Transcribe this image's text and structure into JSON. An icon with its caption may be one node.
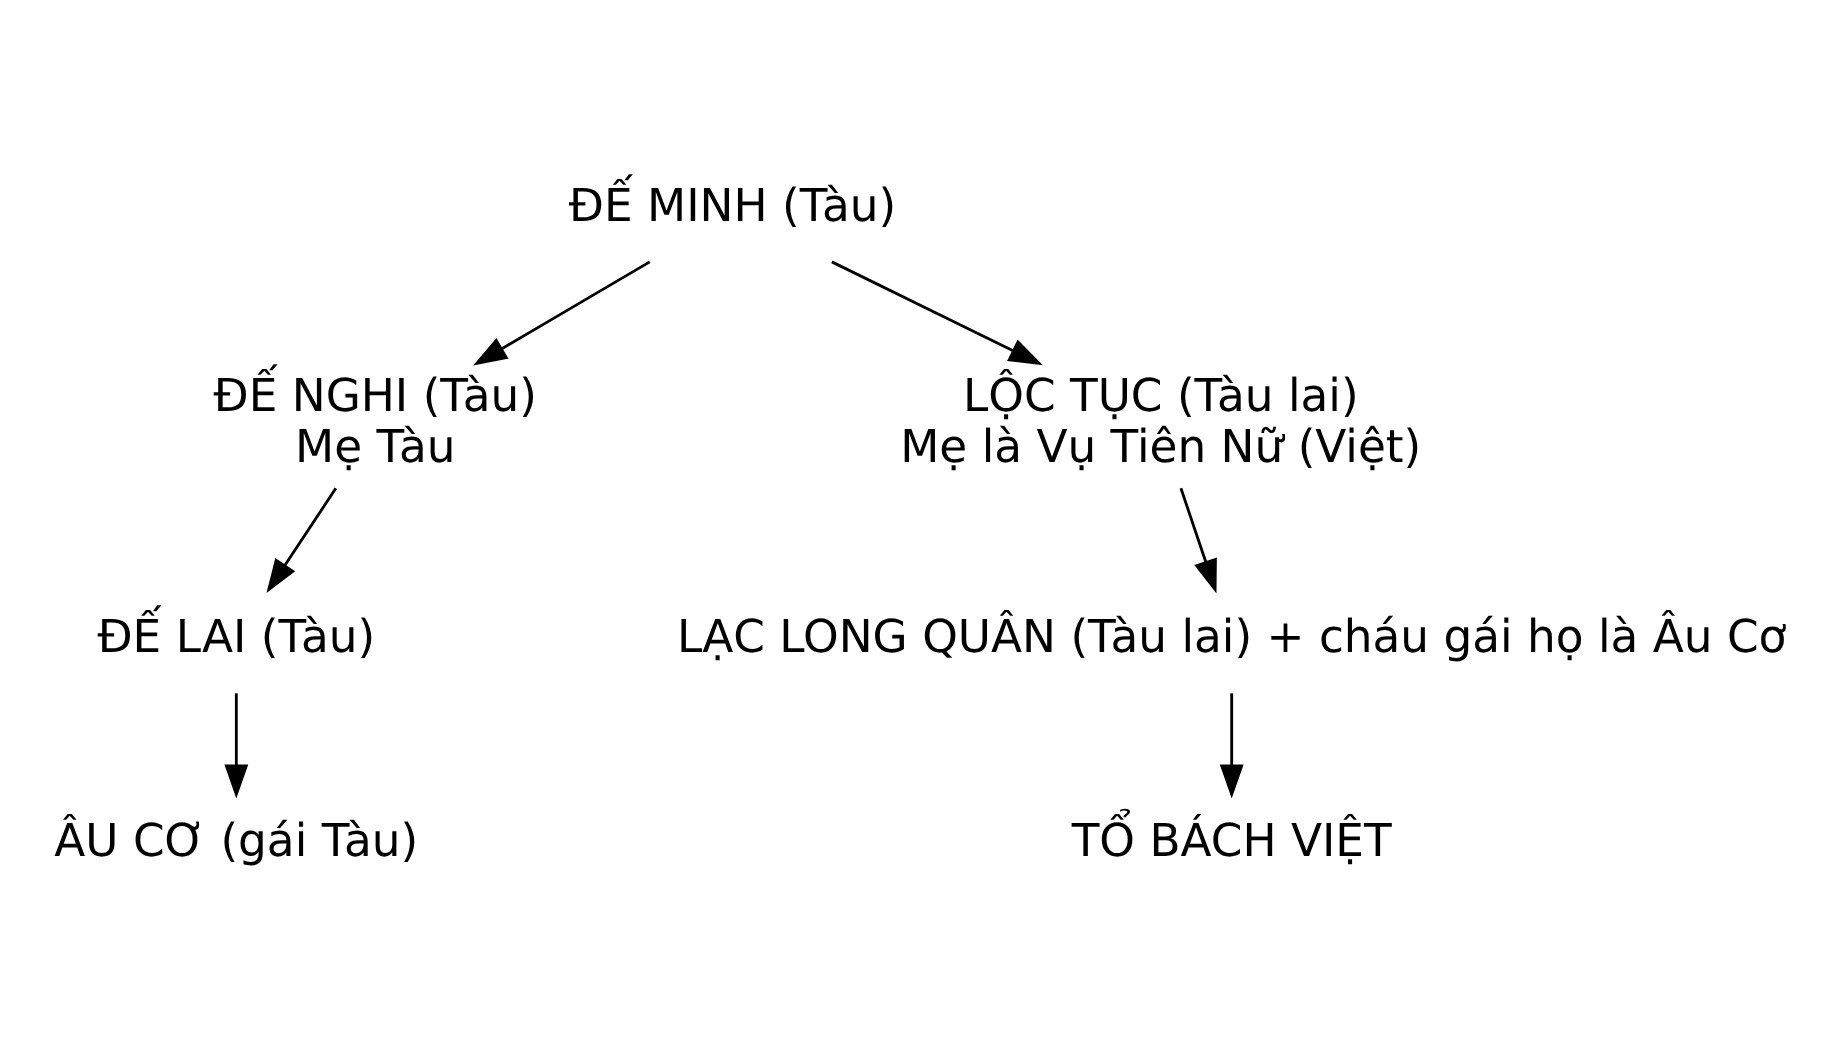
{
  "diagram": {
    "nodes": [
      {
        "text": [
          "ĐẾ MINH (Tàu)"
        ]
      },
      {
        "text": [
          "ĐẾ NGHI (Tàu)",
          "Mẹ Tàu"
        ]
      },
      {
        "text": [
          "LỘC TỤC (Tàu lai)",
          "Mẹ là Vụ Tiên Nữ (Việt)"
        ]
      },
      {
        "text": [
          "ĐẾ LAI (Tàu)"
        ]
      },
      {
        "text": [
          "LẠC LONG QUÂN (Tàu lai) + cháu gái họ là Âu Cơ"
        ]
      },
      {
        "text": [
          "ÂU CƠ (gái Tàu)"
        ]
      },
      {
        "text": [
          "TỔ BÁCH VIỆT"
        ]
      }
    ],
    "edges": [
      {
        "from": 0,
        "to": 1,
        "arrow": "to"
      },
      {
        "from": 0,
        "to": 2,
        "arrow": "to"
      },
      {
        "from": 1,
        "to": 3,
        "arrow": "to"
      },
      {
        "from": 2,
        "to": 4,
        "arrow": "to"
      },
      {
        "from": 3,
        "to": 5,
        "arrow": "to"
      },
      {
        "from": 4,
        "to": 6,
        "arrow": "to"
      }
    ]
  }
}
